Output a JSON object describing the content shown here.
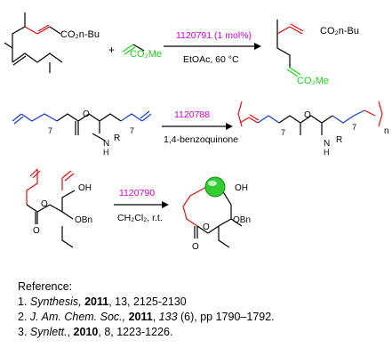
{
  "reaction1": {
    "catalyst_label": "1120791 (1 mol%)",
    "conditions": "EtOAc, 60 °C",
    "reactant1_group": "CO₂n-Bu",
    "plus": "+",
    "reactant2_group": "CO₂Me",
    "product_group_top": "CO₂n-Bu",
    "product_group_bottom": "CO₂Me"
  },
  "reaction2": {
    "catalyst_label": "1120788",
    "conditions": "1,4-benzoquinone",
    "sub_7_left": "7",
    "sub_7_right": "7",
    "O_label": "O",
    "N_label": "N",
    "H_label": "H",
    "R_label": "R",
    "prod_sub_7_left": "7",
    "prod_sub_7_right": "7",
    "prod_n": "n"
  },
  "reaction3": {
    "catalyst_label": "1120790",
    "conditions": "CH₂Cl₂, r.t.",
    "OH_label": "OH",
    "OBn_label": "OBn",
    "O_ring": "O",
    "O_carbonyl": "O"
  },
  "references": {
    "heading": "Reference:",
    "ref1": {
      "num": "1. ",
      "journal": "Synthesis,",
      "year": "2011",
      "rest": ", 13, 2125-2130"
    },
    "ref2": {
      "num": "2. ",
      "journal": "J. Am. Chem. Soc.,",
      "year": "2011",
      "mid": ", ",
      "vol": "133",
      "rest": " (6), pp 1790–1792."
    },
    "ref3": {
      "num": "3. ",
      "journal": "Synlett.",
      "year": "2010",
      "mid": ", ",
      "rest": "8, 1223-1226."
    }
  },
  "colors": {
    "catalyst": "#cc00cc",
    "red": "#e01010",
    "blue": "#1a3ccc",
    "green": "#22cc22",
    "black": "#000000"
  }
}
